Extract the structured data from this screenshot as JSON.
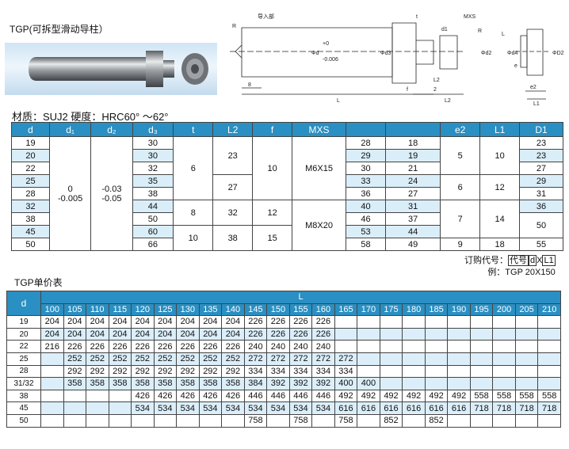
{
  "title": "TGP(可拆型滑动导柱）",
  "material": "材质：SUJ2   硬度：HRC60° ～62°",
  "drawing": {
    "labels": [
      "R",
      "导入部",
      "t",
      "MXS",
      "d1",
      "R",
      "+0",
      "-0.006",
      "Φd",
      "Φd3",
      "Φd2",
      "Φd4",
      "ΦD2",
      "8",
      "L2",
      "2",
      "f",
      "L",
      "L2",
      "e2",
      "L1",
      "e",
      "L"
    ]
  },
  "spec": {
    "headers": [
      "d",
      "d₁",
      "d₂",
      "d₃",
      "t",
      "L2",
      "f",
      "MXS",
      "",
      "",
      "e2",
      "L1",
      "D1"
    ],
    "d": [
      "19",
      "20",
      "22",
      "25",
      "28",
      "32",
      "38",
      "45",
      "50"
    ],
    "d1": [
      "0",
      "-0.005"
    ],
    "d2": [
      "-0.03",
      "-0.05"
    ],
    "d3": [
      "30",
      "30",
      "32",
      "35",
      "38",
      "44",
      "50",
      "60",
      "66"
    ],
    "t": [
      "6",
      "8",
      "10"
    ],
    "L2": [
      "23",
      "27",
      "32",
      "38"
    ],
    "f": [
      "10",
      "12",
      "15"
    ],
    "mxs": [
      "M6X15",
      "M8X20"
    ],
    "col9": [
      "28",
      "29",
      "30",
      "33",
      "36",
      "40",
      "46",
      "53",
      "58"
    ],
    "col10": [
      "18",
      "19",
      "21",
      "24",
      "27",
      "31",
      "37",
      "44",
      "49"
    ],
    "e2": [
      "5",
      "6",
      "7",
      "9"
    ],
    "L1": [
      "10",
      "12",
      "14",
      "18"
    ],
    "D1": [
      "23",
      "23",
      "27",
      "29",
      "31",
      "36",
      "50",
      "55"
    ]
  },
  "order": {
    "line1_prefix": "订购代号：",
    "code": "代号",
    "d": "d",
    "x": "X",
    "l1": "L1",
    "example": "例：TGP 20X150"
  },
  "price": {
    "title": "TGP单价表",
    "d_header": "d",
    "l_header": "L",
    "lengths": [
      "100",
      "105",
      "110",
      "115",
      "120",
      "125",
      "130",
      "135",
      "140",
      "145",
      "150",
      "155",
      "160",
      "165",
      "170",
      "175",
      "180",
      "185",
      "190",
      "195",
      "200",
      "205",
      "210"
    ],
    "rows": [
      {
        "d": "19",
        "v": [
          "204",
          "204",
          "204",
          "204",
          "204",
          "204",
          "204",
          "204",
          "204",
          "226",
          "226",
          "226",
          "226",
          "",
          "",
          "",
          "",
          "",
          "",
          "",
          "",
          "",
          ""
        ]
      },
      {
        "d": "20",
        "v": [
          "204",
          "204",
          "204",
          "204",
          "204",
          "204",
          "204",
          "204",
          "204",
          "226",
          "226",
          "226",
          "226",
          "",
          "",
          "",
          "",
          "",
          "",
          "",
          "",
          "",
          ""
        ]
      },
      {
        "d": "22",
        "v": [
          "216",
          "226",
          "226",
          "226",
          "226",
          "226",
          "226",
          "226",
          "226",
          "240",
          "240",
          "240",
          "240",
          "",
          "",
          "",
          "",
          "",
          "",
          "",
          "",
          "",
          ""
        ]
      },
      {
        "d": "25",
        "v": [
          "",
          "252",
          "252",
          "252",
          "252",
          "252",
          "252",
          "252",
          "252",
          "272",
          "272",
          "272",
          "272",
          "272",
          "",
          "",
          "",
          "",
          "",
          "",
          "",
          "",
          ""
        ]
      },
      {
        "d": "28",
        "v": [
          "",
          "292",
          "292",
          "292",
          "292",
          "292",
          "292",
          "292",
          "292",
          "334",
          "334",
          "334",
          "334",
          "334",
          "",
          "",
          "",
          "",
          "",
          "",
          "",
          "",
          ""
        ]
      },
      {
        "d": "31/32",
        "v": [
          "",
          "358",
          "358",
          "358",
          "358",
          "358",
          "358",
          "358",
          "358",
          "384",
          "392",
          "392",
          "392",
          "400",
          "400",
          "",
          "",
          "",
          "",
          "",
          "",
          "",
          ""
        ]
      },
      {
        "d": "38",
        "v": [
          "",
          "",
          "",
          "",
          "426",
          "426",
          "426",
          "426",
          "426",
          "446",
          "446",
          "446",
          "446",
          "492",
          "492",
          "492",
          "492",
          "492",
          "492",
          "558",
          "558",
          "558",
          "558"
        ]
      },
      {
        "d": "45",
        "v": [
          "",
          "",
          "",
          "",
          "534",
          "534",
          "534",
          "534",
          "534",
          "534",
          "534",
          "534",
          "534",
          "616",
          "616",
          "616",
          "616",
          "616",
          "616",
          "718",
          "718",
          "718",
          "718"
        ]
      },
      {
        "d": "50",
        "v": [
          "",
          "",
          "",
          "",
          "",
          "",
          "",
          "",
          "",
          "758",
          "",
          "758",
          "",
          "758",
          "",
          "852",
          "",
          "852",
          "",
          "",
          "",
          "",
          ""
        ]
      }
    ]
  }
}
